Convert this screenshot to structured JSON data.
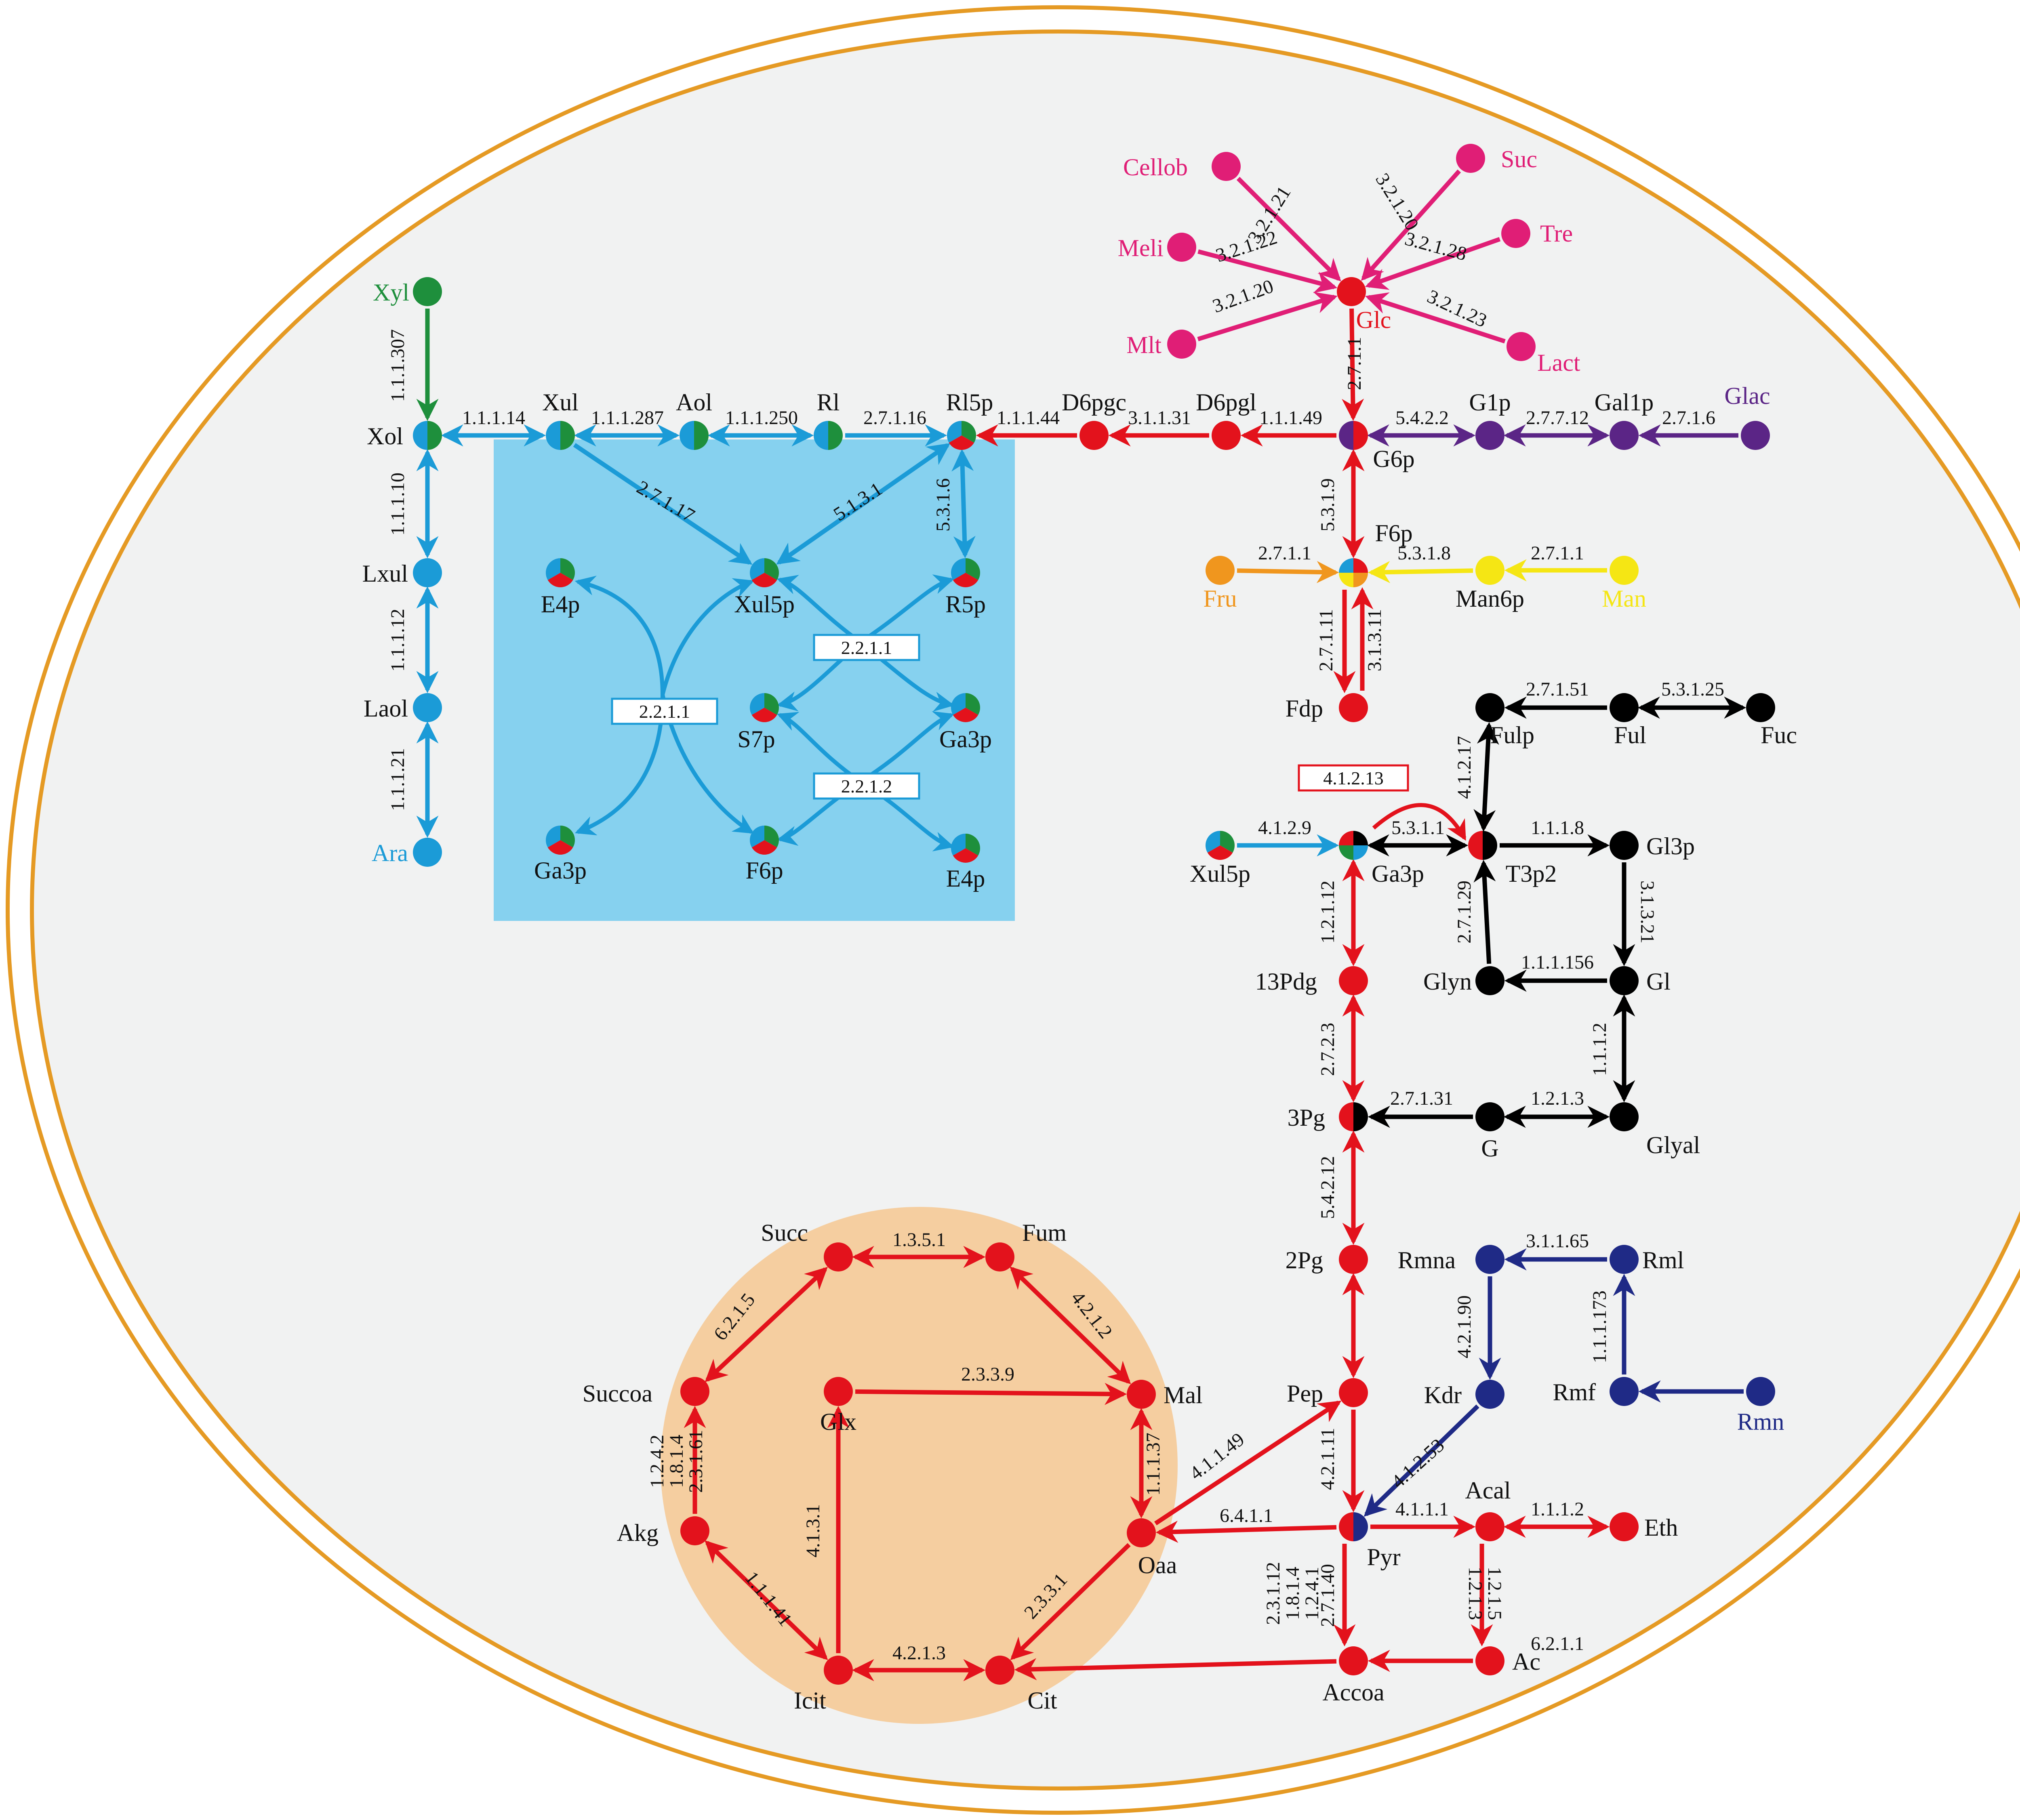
{
  "colors": {
    "red": "#E3121C",
    "blue": "#1B9BD7",
    "green": "#1E8F3C",
    "pink": "#E01E76",
    "purple": "#5B2586",
    "orange": "#F0961E",
    "yellow": "#F5E614",
    "black": "#000000",
    "navy": "#1F2A86",
    "cell_border": "#E59A24",
    "cell_fill": "#F1F2F2",
    "ppp_box": "#86D1EF",
    "tca_circle": "#F5CEA0"
  },
  "metabolites": [
    {
      "id": "Cellob",
      "label": "Cellob",
      "color": "pink",
      "label_color": "pink"
    },
    {
      "id": "Suc",
      "label": "Suc",
      "color": "pink",
      "label_color": "pink"
    },
    {
      "id": "Meli",
      "label": "Meli",
      "color": "pink",
      "label_color": "pink"
    },
    {
      "id": "Tre",
      "label": "Tre",
      "color": "pink",
      "label_color": "pink"
    },
    {
      "id": "Glc",
      "label": "Glc",
      "color": "red",
      "label_color": "red"
    },
    {
      "id": "Mlt",
      "label": "Mlt",
      "color": "pink",
      "label_color": "pink"
    },
    {
      "id": "Lact",
      "label": "Lact",
      "color": "pink",
      "label_color": "pink"
    },
    {
      "id": "Xyl",
      "label": "Xyl",
      "color": "green",
      "label_color": "green"
    },
    {
      "id": "Xol",
      "label": "Xol",
      "colors": [
        "green",
        "blue"
      ]
    },
    {
      "id": "Xul",
      "label": "Xul",
      "colors": [
        "green",
        "blue"
      ]
    },
    {
      "id": "Aol",
      "label": "Aol",
      "colors": [
        "green",
        "blue"
      ]
    },
    {
      "id": "Rl",
      "label": "Rl",
      "colors": [
        "green",
        "blue"
      ]
    },
    {
      "id": "Rl5p",
      "label": "Rl5p",
      "colors": [
        "green",
        "red",
        "blue"
      ]
    },
    {
      "id": "D6pgc",
      "label": "D6pgc",
      "color": "red"
    },
    {
      "id": "D6pgl",
      "label": "D6pgl",
      "color": "red"
    },
    {
      "id": "G6p",
      "label": "G6p",
      "colors": [
        "red",
        "purple"
      ]
    },
    {
      "id": "G1p",
      "label": "G1p",
      "color": "purple"
    },
    {
      "id": "Gal1p",
      "label": "Gal1p",
      "color": "purple"
    },
    {
      "id": "Glac",
      "label": "Glac",
      "color": "purple",
      "label_color": "purple"
    },
    {
      "id": "Lxul",
      "label": "Lxul",
      "color": "blue"
    },
    {
      "id": "Laol",
      "label": "Laol",
      "color": "blue"
    },
    {
      "id": "Ara",
      "label": "Ara",
      "color": "blue",
      "label_color": "blue"
    },
    {
      "id": "E4p_a",
      "label": "E4p",
      "colors": [
        "green",
        "red",
        "blue"
      ]
    },
    {
      "id": "Xul5p_a",
      "label": "Xul5p",
      "colors": [
        "green",
        "red",
        "blue"
      ]
    },
    {
      "id": "R5p",
      "label": "R5p",
      "colors": [
        "green",
        "red",
        "blue"
      ]
    },
    {
      "id": "S7p",
      "label": "S7p",
      "colors": [
        "green",
        "red",
        "blue"
      ]
    },
    {
      "id": "Ga3p_a",
      "label": "Ga3p",
      "colors": [
        "green",
        "red",
        "blue"
      ]
    },
    {
      "id": "Ga3p_b",
      "label": "Ga3p",
      "colors": [
        "green",
        "red",
        "blue"
      ]
    },
    {
      "id": "F6p_a",
      "label": "F6p",
      "colors": [
        "green",
        "red",
        "blue"
      ]
    },
    {
      "id": "E4p_b",
      "label": "E4p",
      "colors": [
        "green",
        "red",
        "blue"
      ]
    },
    {
      "id": "F6p",
      "label": "F6p",
      "colors": [
        "red",
        "orange",
        "yellow",
        "blue"
      ]
    },
    {
      "id": "Fru",
      "label": "Fru",
      "color": "orange",
      "label_color": "orange"
    },
    {
      "id": "Man6p",
      "label": "Man6p",
      "color": "yellow"
    },
    {
      "id": "Man",
      "label": "Man",
      "color": "yellow",
      "label_color": "yellow"
    },
    {
      "id": "Fdp",
      "label": "Fdp",
      "color": "red"
    },
    {
      "id": "Fulp",
      "label": "Fulp",
      "color": "black"
    },
    {
      "id": "Ful",
      "label": "Ful",
      "color": "black"
    },
    {
      "id": "Fuc",
      "label": "Fuc",
      "color": "black"
    },
    {
      "id": "Xul5p_b",
      "label": "Xul5p",
      "colors": [
        "green",
        "red",
        "blue"
      ]
    },
    {
      "id": "Ga3p",
      "label": "Ga3p",
      "colors": [
        "black",
        "blue",
        "green",
        "red"
      ]
    },
    {
      "id": "T3p2",
      "label": "T3p2",
      "colors": [
        "black",
        "red"
      ]
    },
    {
      "id": "Gl3p",
      "label": "Gl3p",
      "color": "black"
    },
    {
      "id": "Pdg13",
      "label": "13Pdg",
      "color": "red"
    },
    {
      "id": "Glyn",
      "label": "Glyn",
      "color": "black"
    },
    {
      "id": "Gl",
      "label": "Gl",
      "color": "black"
    },
    {
      "id": "Pg3",
      "label": "3Pg",
      "colors": [
        "black",
        "red"
      ]
    },
    {
      "id": "G",
      "label": "G",
      "color": "black"
    },
    {
      "id": "Glyal",
      "label": "Glyal",
      "color": "black"
    },
    {
      "id": "Pg2",
      "label": "2Pg",
      "color": "red"
    },
    {
      "id": "Rmna",
      "label": "Rmna",
      "color": "navy"
    },
    {
      "id": "Rml",
      "label": "Rml",
      "color": "navy"
    },
    {
      "id": "Kdr",
      "label": "Kdr",
      "color": "navy"
    },
    {
      "id": "Rmf",
      "label": "Rmf",
      "color": "navy"
    },
    {
      "id": "Rmn",
      "label": "Rmn",
      "color": "navy",
      "label_color": "navy"
    },
    {
      "id": "Pep",
      "label": "Pep",
      "color": "red"
    },
    {
      "id": "Pyr",
      "label": "Pyr",
      "colors": [
        "navy",
        "red"
      ]
    },
    {
      "id": "Acal",
      "label": "Acal",
      "color": "red"
    },
    {
      "id": "Eth",
      "label": "Eth",
      "color": "red"
    },
    {
      "id": "Ac",
      "label": "Ac",
      "color": "red"
    },
    {
      "id": "Accoa",
      "label": "Accoa",
      "color": "red"
    },
    {
      "id": "Succ",
      "label": "Succ",
      "color": "red"
    },
    {
      "id": "Fum",
      "label": "Fum",
      "color": "red"
    },
    {
      "id": "Succoa",
      "label": "Succoa",
      "color": "red"
    },
    {
      "id": "Glx",
      "label": "Glx",
      "color": "red"
    },
    {
      "id": "Mal",
      "label": "Mal",
      "color": "red"
    },
    {
      "id": "Akg",
      "label": "Akg",
      "color": "red"
    },
    {
      "id": "Oaa",
      "label": "Oaa",
      "color": "red"
    },
    {
      "id": "Icit",
      "label": "Icit",
      "color": "red"
    },
    {
      "id": "Cit",
      "label": "Cit",
      "color": "red"
    }
  ],
  "reactions": [
    {
      "from": "Cellob",
      "to": "Glc",
      "ec": "3.2.1.21",
      "color": "pink"
    },
    {
      "from": "Suc",
      "to": "Glc",
      "ec": "3.2.1.20",
      "color": "pink"
    },
    {
      "from": "Meli",
      "to": "Glc",
      "ec": "3.2.1.22",
      "color": "pink"
    },
    {
      "from": "Tre",
      "to": "Glc",
      "ec": "3.2.1.28",
      "color": "pink"
    },
    {
      "from": "Mlt",
      "to": "Glc",
      "ec": "3.2.1.20",
      "color": "pink"
    },
    {
      "from": "Lact",
      "to": "Glc",
      "ec": "3.2.1.23",
      "color": "pink"
    },
    {
      "from": "Glc",
      "to": "G6p",
      "ec": "2.7.1.1",
      "color": "red"
    },
    {
      "from": "Xyl",
      "to": "Xol",
      "ec": "1.1.1.307",
      "color": "green"
    },
    {
      "from": "Xol",
      "to": "Xul",
      "ec": "1.1.1.14",
      "color": "blue",
      "bidir": true
    },
    {
      "from": "Xul",
      "to": "Aol",
      "ec": "1.1.1.287",
      "color": "blue",
      "bidir": true
    },
    {
      "from": "Aol",
      "to": "Rl",
      "ec": "1.1.1.250",
      "color": "blue",
      "bidir": true
    },
    {
      "from": "Rl",
      "to": "Rl5p",
      "ec": "2.7.1.16",
      "color": "blue"
    },
    {
      "from": "D6pgc",
      "to": "Rl5p",
      "ec": "1.1.1.44",
      "color": "red"
    },
    {
      "from": "D6pgl",
      "to": "D6pgc",
      "ec": "3.1.1.31",
      "color": "red"
    },
    {
      "from": "G6p",
      "to": "D6pgl",
      "ec": "1.1.1.49",
      "color": "red"
    },
    {
      "from": "G6p",
      "to": "G1p",
      "ec": "5.4.2.2",
      "color": "purple",
      "bidir": true
    },
    {
      "from": "G1p",
      "to": "Gal1p",
      "ec": "2.7.7.12",
      "color": "purple",
      "bidir": true
    },
    {
      "from": "Glac",
      "to": "Gal1p",
      "ec": "2.7.1.6",
      "color": "purple"
    },
    {
      "from": "Xol",
      "to": "Lxul",
      "ec": "1.1.1.10",
      "color": "blue",
      "bidir": true
    },
    {
      "from": "Lxul",
      "to": "Laol",
      "ec": "1.1.1.12",
      "color": "blue",
      "bidir": true
    },
    {
      "from": "Laol",
      "to": "Ara",
      "ec": "1.1.1.21",
      "color": "blue",
      "bidir": true
    },
    {
      "from": "Xul",
      "to": "Xul5p_a",
      "ec": "2.7.1.17",
      "color": "blue"
    },
    {
      "from": "Rl5p",
      "to": "Xul5p_a",
      "ec": "5.1.3.1",
      "color": "blue",
      "bidir": true
    },
    {
      "from": "Rl5p",
      "to": "R5p",
      "ec": "5.3.1.6",
      "color": "blue",
      "bidir": true
    },
    {
      "from": "G6p",
      "to": "F6p",
      "ec": "5.3.1.9",
      "color": "red",
      "bidir": true
    },
    {
      "from": "Fru",
      "to": "F6p",
      "ec": "2.7.1.1",
      "color": "orange"
    },
    {
      "from": "Man6p",
      "to": "F6p",
      "ec": "5.3.1.8",
      "color": "yellow"
    },
    {
      "from": "Man",
      "to": "Man6p",
      "ec": "2.7.1.1",
      "color": "yellow"
    },
    {
      "from": "F6p",
      "to": "Fdp",
      "ec": "2.7.1.11",
      "color": "red"
    },
    {
      "from": "Fdp",
      "to": "F6p",
      "ec": "3.1.3.11",
      "color": "red"
    },
    {
      "from": "Ful",
      "to": "Fulp",
      "ec": "2.7.1.51",
      "color": "black"
    },
    {
      "from": "Ful",
      "to": "Fuc",
      "ec": "5.3.1.25",
      "color": "black",
      "bidir": true
    },
    {
      "from": "T3p2",
      "to": "Fulp",
      "ec": "4.1.2.17",
      "color": "black",
      "bidir": true
    },
    {
      "from": "Xul5p_b",
      "to": "Ga3p",
      "ec": "4.1.2.9",
      "color": "blue"
    },
    {
      "from": "Ga3p",
      "to": "T3p2",
      "ec": "5.3.1.1",
      "color": "black",
      "bidir": true
    },
    {
      "from": "T3p2",
      "to": "Gl3p",
      "ec": "1.1.1.8",
      "color": "black"
    },
    {
      "from": "Gl3p",
      "to": "Gl",
      "ec": "3.1.3.21",
      "color": "black"
    },
    {
      "from": "Gl",
      "to": "Glyn",
      "ec": "1.1.1.156",
      "color": "black"
    },
    {
      "from": "Glyn",
      "to": "T3p2",
      "ec": "2.7.1.29",
      "color": "black"
    },
    {
      "from": "Ga3p",
      "to": "Pdg13",
      "ec": "1.2.1.12",
      "color": "red",
      "bidir": true
    },
    {
      "from": "Pdg13",
      "to": "Pg3",
      "ec": "2.7.2.3",
      "color": "red",
      "bidir": true
    },
    {
      "from": "G",
      "to": "Pg3",
      "ec": "2.7.1.31",
      "color": "black"
    },
    {
      "from": "G",
      "to": "Glyal",
      "ec": "1.2.1.3",
      "color": "black",
      "bidir": true
    },
    {
      "from": "Gl",
      "to": "Glyal",
      "ec": "1.1.1.2",
      "color": "black",
      "bidir": true
    },
    {
      "from": "Pg3",
      "to": "Pg2",
      "ec": "5.4.2.12",
      "color": "red",
      "bidir": true
    },
    {
      "from": "Rml",
      "to": "Rmna",
      "ec": "3.1.1.65",
      "color": "navy"
    },
    {
      "from": "Rmna",
      "to": "Kdr",
      "ec": "4.2.1.90",
      "color": "navy"
    },
    {
      "from": "Rmf",
      "to": "Rml",
      "ec": "1.1.1.173",
      "color": "navy"
    },
    {
      "from": "Rmn",
      "to": "Rmf",
      "ec": "",
      "color": "navy"
    },
    {
      "from": "Kdr",
      "to": "Pyr",
      "ec": "4.1.2.53",
      "color": "navy"
    },
    {
      "from": "Pg2",
      "to": "Pep",
      "ec": "4.2.1.11",
      "color": "red",
      "bidir": true
    },
    {
      "from": "Pep",
      "to": "Pyr",
      "ec": "2.7.1.40",
      "color": "red"
    },
    {
      "from": "Pyr",
      "to": "Acal",
      "ec": "4.1.1.1",
      "color": "red"
    },
    {
      "from": "Acal",
      "to": "Eth",
      "ec": "1.1.1.2",
      "color": "red",
      "bidir": true
    },
    {
      "from": "Acal",
      "to": "Ac",
      "ec": "1.2.1.5\n1.2.1.3",
      "color": "red"
    },
    {
      "from": "Ac",
      "to": "Accoa",
      "ec": "6.2.1.1",
      "color": "red"
    },
    {
      "from": "Pyr",
      "to": "Accoa",
      "ec": "2.3.1.12\n1.8.1.4\n1.2.4.1",
      "color": "red"
    },
    {
      "from": "Pyr",
      "to": "Oaa",
      "ec": "6.4.1.1",
      "color": "red"
    },
    {
      "from": "Oaa",
      "to": "Pep",
      "ec": "4.1.1.49",
      "color": "red"
    },
    {
      "from": "Accoa",
      "to": "Cit",
      "ec": "",
      "color": "red"
    },
    {
      "from": "Succ",
      "to": "Fum",
      "ec": "1.3.5.1",
      "color": "red",
      "bidir": true
    },
    {
      "from": "Fum",
      "to": "Mal",
      "ec": "4.2.1.2",
      "color": "red",
      "bidir": true
    },
    {
      "from": "Mal",
      "to": "Oaa",
      "ec": "1.1.1.37",
      "color": "red",
      "bidir": true
    },
    {
      "from": "Oaa",
      "to": "Cit",
      "ec": "2.3.3.1",
      "color": "red"
    },
    {
      "from": "Icit",
      "to": "Cit",
      "ec": "4.2.1.3",
      "color": "red",
      "bidir": true
    },
    {
      "from": "Akg",
      "to": "Icit",
      "ec": "1.1.1.41",
      "color": "red",
      "bidir": true
    },
    {
      "from": "Akg",
      "to": "Succoa",
      "ec": "1.2.4.2\n1.8.1.4\n2.3.1.61",
      "color": "red"
    },
    {
      "from": "Succoa",
      "to": "Succ",
      "ec": "6.2.1.5",
      "color": "red",
      "bidir": true
    },
    {
      "from": "Icit",
      "to": "Glx",
      "ec": "4.1.3.1",
      "color": "red"
    },
    {
      "from": "Glx",
      "to": "Mal",
      "ec": "2.3.3.9",
      "color": "red"
    }
  ],
  "transketolase_boxes": [
    {
      "id": "tk1",
      "label": "2.2.1.1",
      "border": "blue"
    },
    {
      "id": "tk2",
      "label": "2.2.1.1",
      "border": "blue"
    },
    {
      "id": "ta",
      "label": "2.2.1.2",
      "border": "blue"
    },
    {
      "id": "ald",
      "label": "4.1.2.13",
      "border": "red"
    }
  ]
}
